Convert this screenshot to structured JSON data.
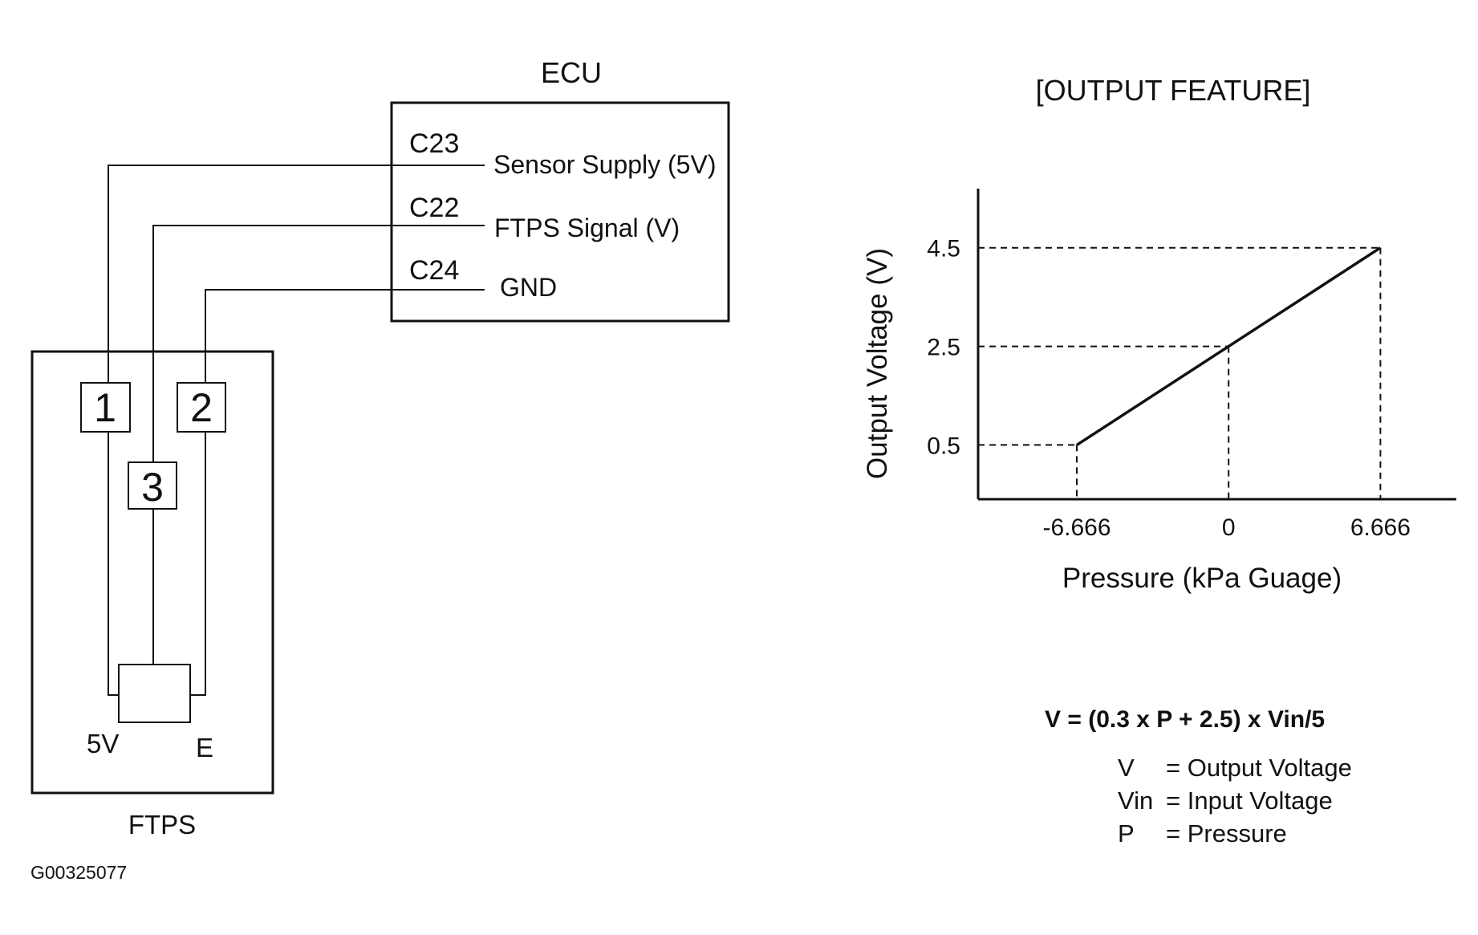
{
  "ecu": {
    "title": "ECU",
    "pins": [
      {
        "pin": "C23",
        "signal": "Sensor Supply (5V)"
      },
      {
        "pin": "C22",
        "signal": "FTPS Signal (V)"
      },
      {
        "pin": "C24",
        "signal": "GND"
      }
    ]
  },
  "ftps": {
    "title": "FTPS",
    "terminals": [
      "1",
      "2",
      "3"
    ],
    "label_5v": "5V",
    "label_e": "E"
  },
  "figure_id": "G00325077",
  "chart_data": {
    "type": "line",
    "title": "[OUTPUT FEATURE]",
    "xlabel": "Pressure (kPa Guage)",
    "ylabel": "Output Voltage (V)",
    "x_ticks": [
      "-6.666",
      "0",
      "6.666"
    ],
    "y_ticks": [
      "0.5",
      "2.5",
      "4.5"
    ],
    "xlim": [
      -11,
      10
    ],
    "ylim": [
      -0.6,
      5.7
    ],
    "series": [
      {
        "x": [
          -6.666,
          0,
          6.666
        ],
        "y": [
          0.5,
          2.5,
          4.5
        ]
      }
    ],
    "reference_points": [
      {
        "x": -6.666,
        "y": 0.5
      },
      {
        "x": 0,
        "y": 2.5
      },
      {
        "x": 6.666,
        "y": 4.5
      }
    ],
    "grid": false
  },
  "equation": {
    "formula": "V = (0.3 x P + 2.5) x Vin/5",
    "legend": [
      {
        "symbol": "V",
        "meaning": "= Output Voltage"
      },
      {
        "symbol": "Vin",
        "meaning": "= Input Voltage"
      },
      {
        "symbol": "P",
        "meaning": "= Pressure"
      }
    ]
  }
}
